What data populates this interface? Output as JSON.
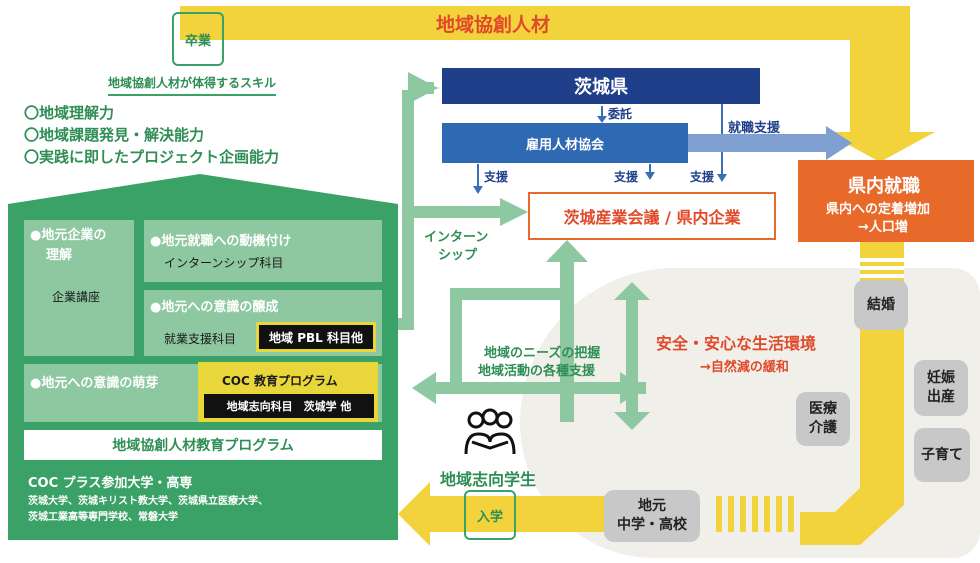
{
  "top_label": "地域協創人材",
  "graduation": "卒業",
  "entrance": "入学",
  "skills": {
    "heading": "地域協創人材が体得するスキル",
    "items": [
      "〇地域理解力",
      "〇地域課題発見・解決能力",
      "〇実践に即したプロジェクト企画能力"
    ]
  },
  "ibaraki": "茨城県",
  "itaku": "委託",
  "koyou": "雇用人材協会",
  "shien": "支援",
  "shuushoku_shien": "就職支援",
  "sangyou": "茨城産業会議 / 県内企業",
  "intern": {
    "line1": "インターン",
    "line2": "シップ"
  },
  "kennai": {
    "title": "県内就職",
    "line1": "県内への定着増加",
    "line2": "→人口増"
  },
  "life": {
    "title": "安全・安心な生活環境",
    "sub": "→自然減の緩和"
  },
  "needs": {
    "line1": "地域のニーズの把握",
    "line2": "地域活動の各種支援"
  },
  "student": "地域志向学生",
  "pills": {
    "kekkon": "結婚",
    "ninshin": [
      "妊娠",
      "出産"
    ],
    "iryou": [
      "医療",
      "介護"
    ],
    "kosodate": "子育て",
    "school": [
      "地元",
      "中学・高校"
    ]
  },
  "house": {
    "kigyo_title": [
      "●地元企業の",
      "理解"
    ],
    "kigyo_course": "企業講座",
    "motive_title": "●地元就職への動機付け",
    "motive_course": "インターンシップ科目",
    "jousei_title": "●地元への意識の醸成",
    "shuushoku_course": "就業支援科目",
    "pbl": "地域 PBL 科目他",
    "houga_title": "●地元への意識の萌芽",
    "coc_program": "COC 教育プログラム",
    "shikou_course": "地域志向科目　茨城学 他",
    "program_title": "地域協創人材教育プログラム",
    "coc_plus": "COC プラス参加大学・高専",
    "universities": [
      "茨城大学、茨城キリスト教大学、茨城県立医療大学、",
      "茨城工業高等専門学校、常磐大学"
    ]
  },
  "colors": {
    "green": "#3aa266",
    "yellow": "#f2d33b",
    "navy": "#1f3f8a",
    "blue": "#2f68b3",
    "orange": "#e86a2a",
    "light_green": "#8dc8a0"
  }
}
